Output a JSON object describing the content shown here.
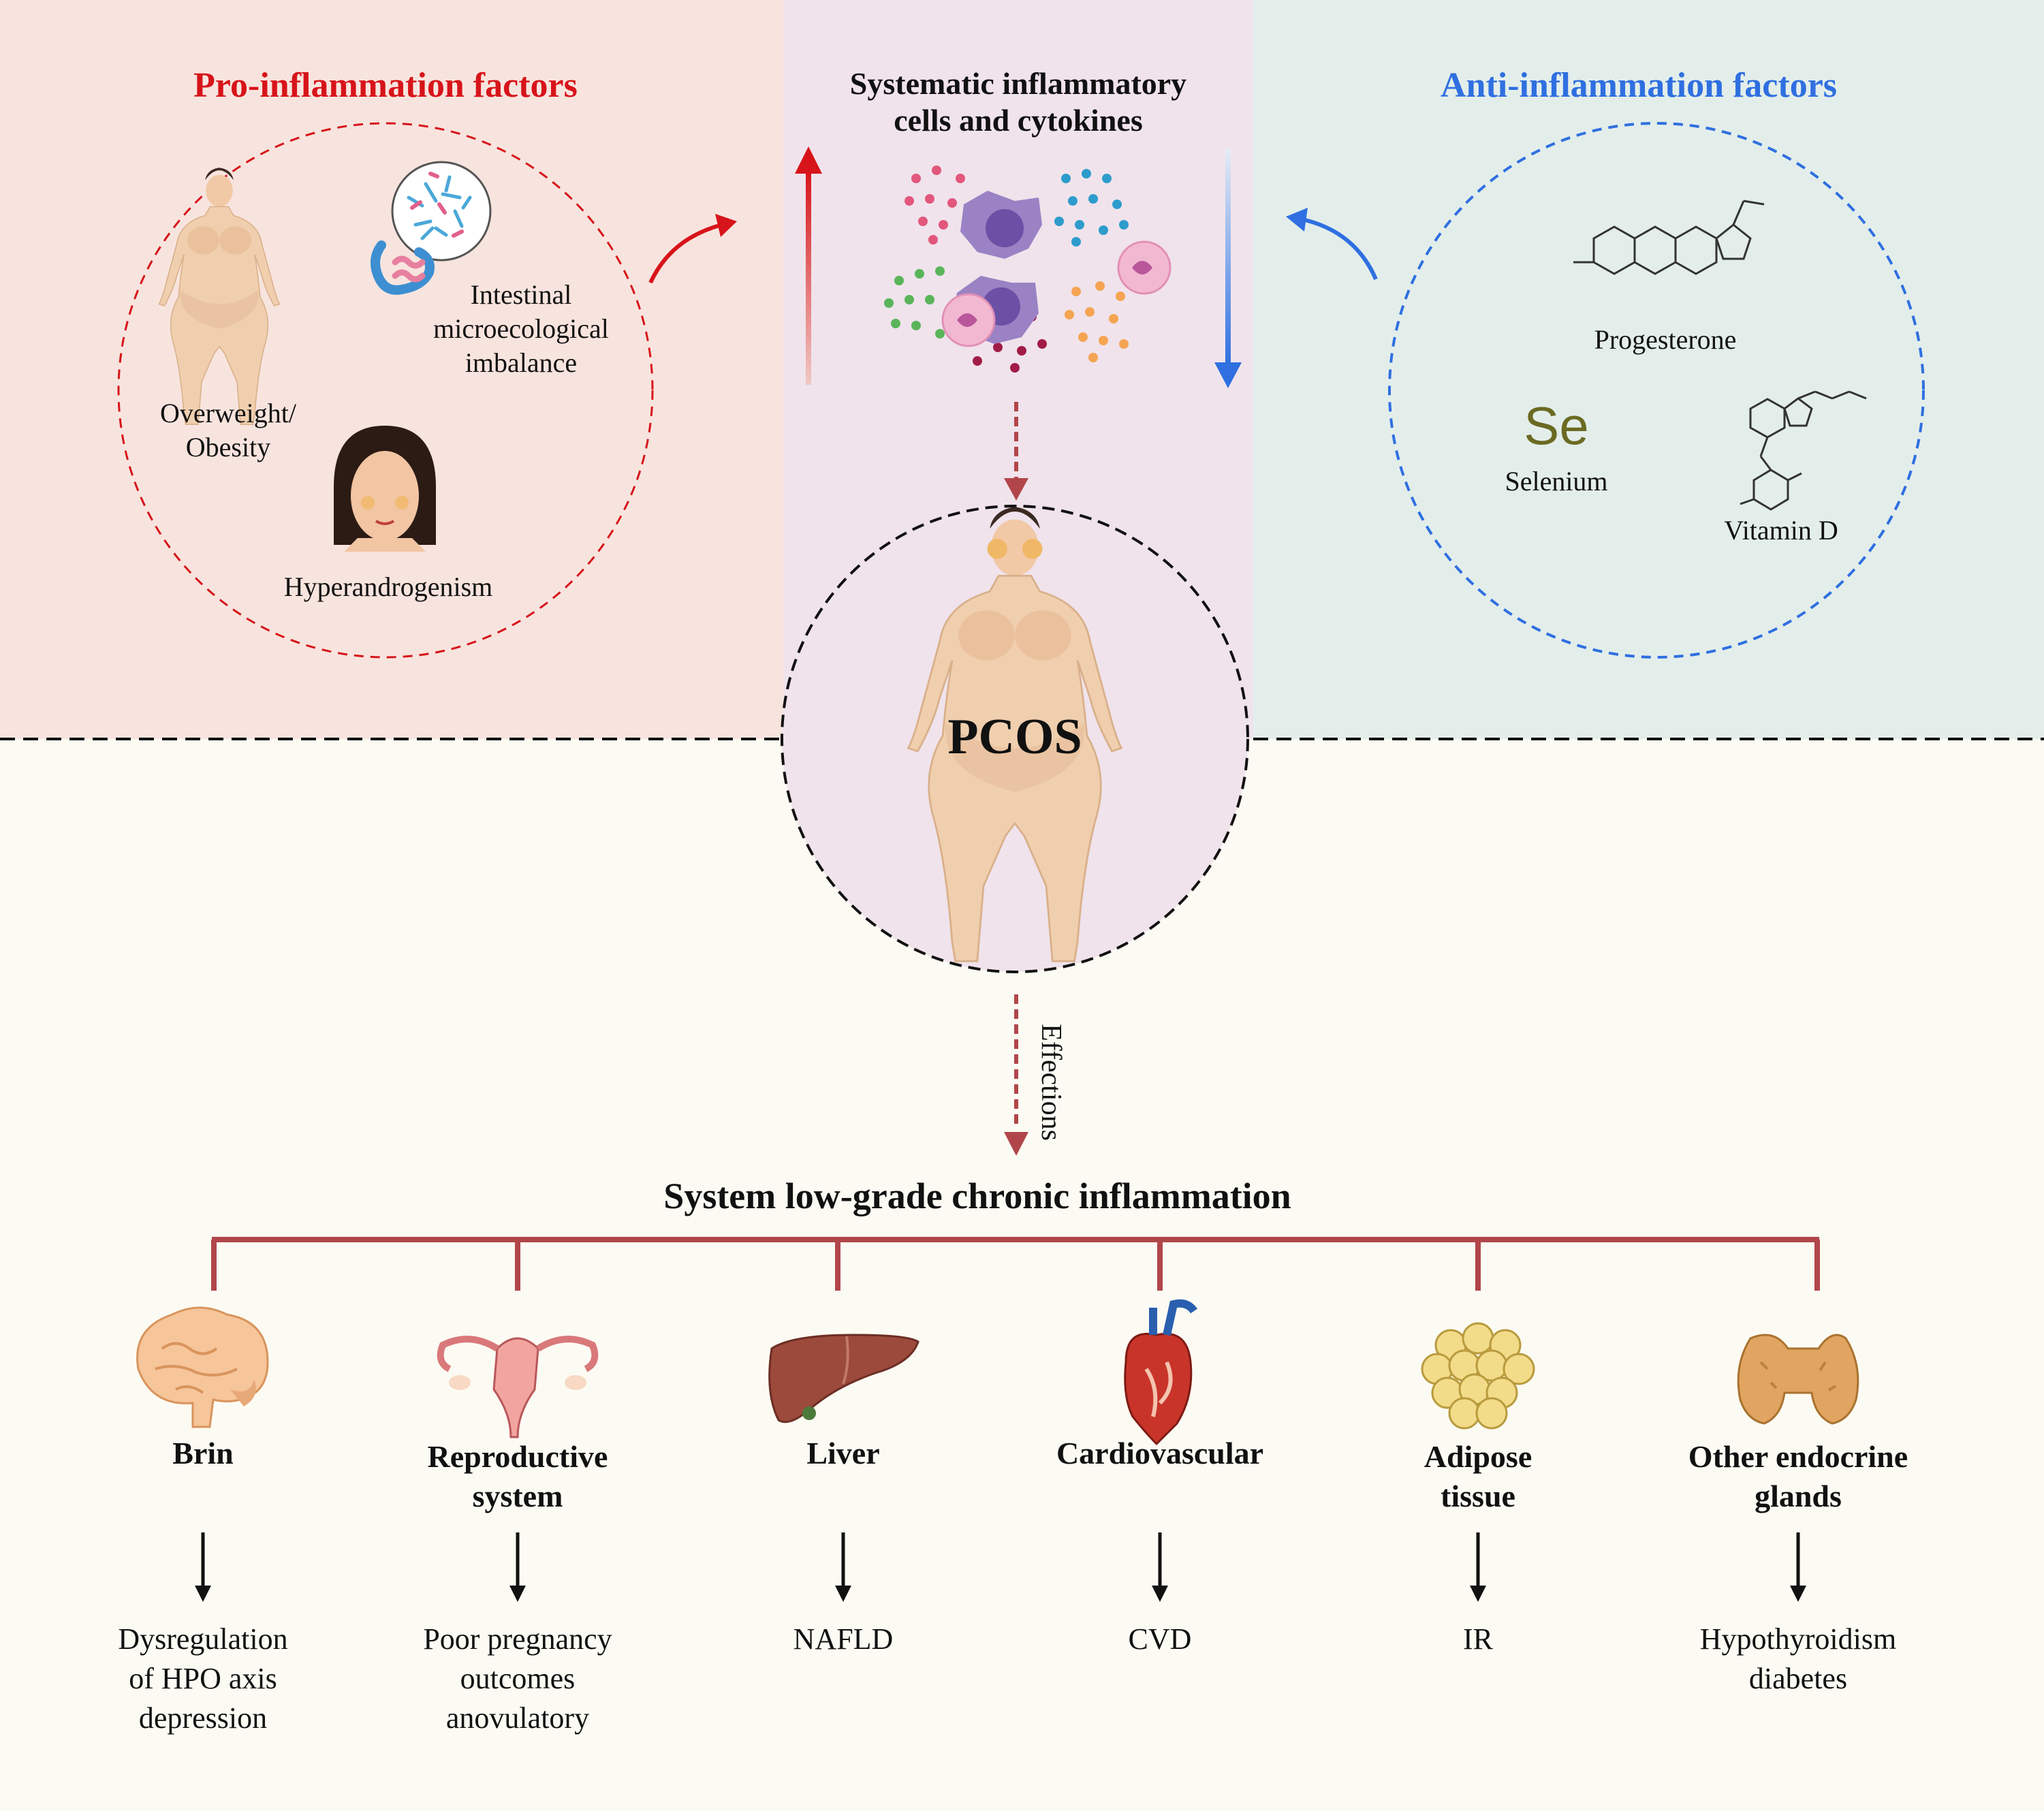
{
  "pro_panel": {
    "title": "Pro-inflammation factors",
    "title_color": "#d7141a",
    "bg_color": "#f8e4de",
    "items": {
      "obesity": "Overweight/\nObesity",
      "intestinal": "Intestinal\nmicroecological\nimbalance",
      "hyperandrogenism": "Hyperandrogenism"
    }
  },
  "center_panel": {
    "title": "Systematic inflammatory\ncells and cytokines",
    "bg_color": "#f0e3ec"
  },
  "anti_panel": {
    "title": "Anti-inflammation factors",
    "title_color": "#2f6fe0",
    "bg_color": "#e3eeeb",
    "items": {
      "progesterone": "Progesterone",
      "selenium_symbol": "Se",
      "selenium": "Selenium",
      "vitamin_d": "Vitamin D"
    }
  },
  "center": {
    "pcos": "PCOS",
    "effections": "Effections"
  },
  "bottom": {
    "title": "System low-grade chronic inflammation",
    "line_color": "#b1464a",
    "organs": [
      {
        "name": "Brin",
        "outcome": "Dysregulation\nof  HPO axis\ndepression",
        "icon": "brain-icon"
      },
      {
        "name": "Reproductive\nsystem",
        "outcome": "Poor pregnancy\noutcomes\nanovulatory",
        "icon": "uterus-icon"
      },
      {
        "name": "Liver",
        "outcome": "NAFLD",
        "icon": "liver-icon"
      },
      {
        "name": "Cardiovascular",
        "outcome": "CVD",
        "icon": "heart-icon"
      },
      {
        "name": "Adipose\ntissue",
        "outcome": "IR",
        "icon": "adipose-icon"
      },
      {
        "name": "Other endocrine\nglands",
        "outcome": "Hypothyroidism\ndiabetes",
        "icon": "thyroid-icon"
      }
    ]
  }
}
